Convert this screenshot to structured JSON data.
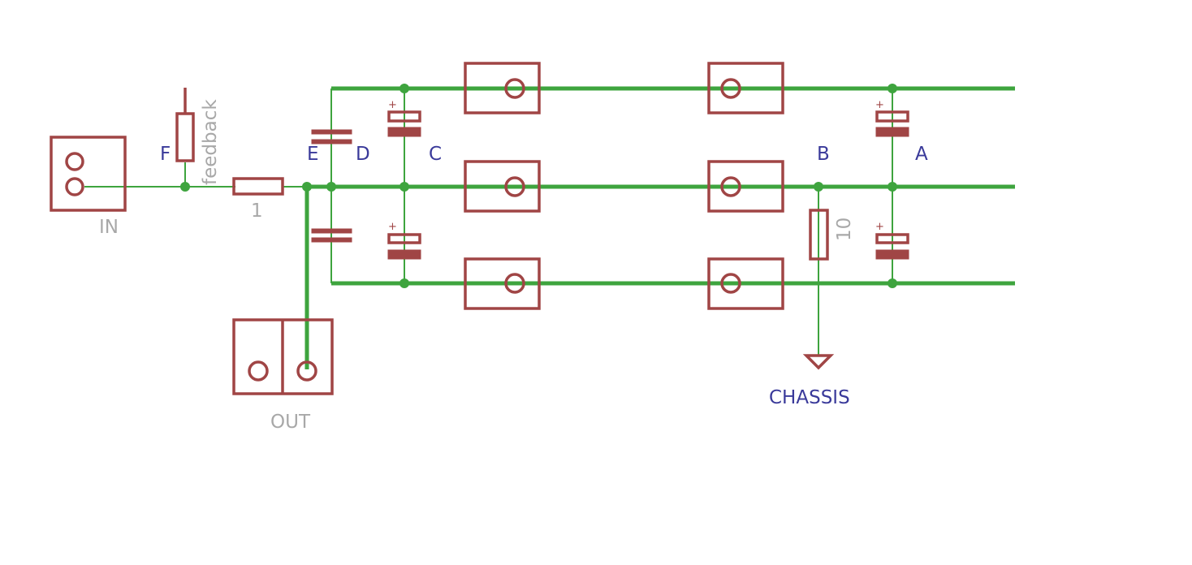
{
  "colors": {
    "background": "#ffffff",
    "wire": "#3ea43e",
    "component": "#a04545",
    "net_label": "#3a3a9a",
    "part_label": "#a8a8a8"
  },
  "parts": {
    "input_connector": "IN",
    "output_connector": "OUT",
    "series_resistor_value": "1",
    "feedback_resistor_name": "feedback",
    "ground_resistor_value": "10",
    "ground_symbol_label": "CHASSIS"
  },
  "nets": {
    "a": "A",
    "b": "B",
    "c": "C",
    "d": "D",
    "e": "E",
    "f": "F"
  },
  "polarity_mark": "+"
}
